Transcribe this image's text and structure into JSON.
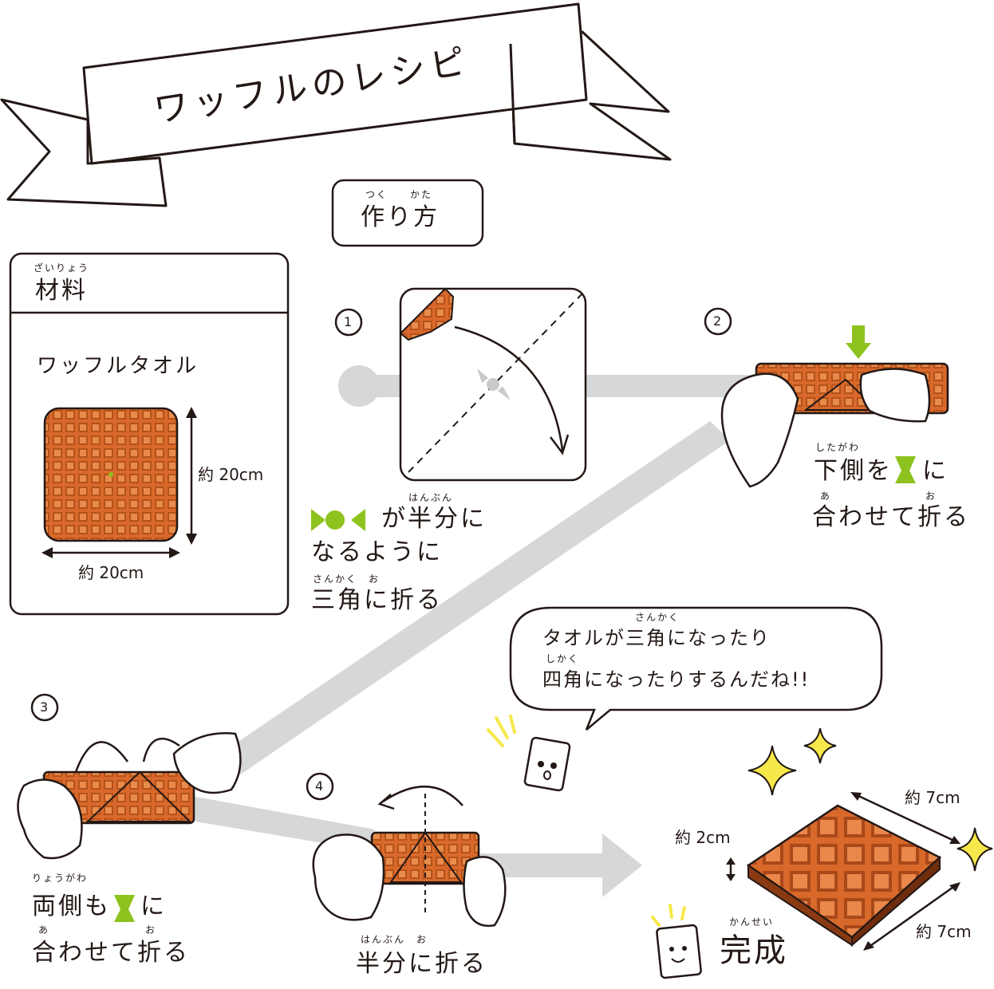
{
  "title": "ワッフルのレシピ",
  "method": {
    "label": "作り方",
    "ruby": "つく　　かた"
  },
  "materials": {
    "heading": "材料",
    "heading_ruby": "ざいりょう",
    "item": "ワッフルタオル",
    "height": "約 20cm",
    "width": "約 20cm"
  },
  "steps": [
    {
      "number": "1",
      "lines": [
        "が半分に",
        "なるように",
        "三角に折る"
      ],
      "rubies": [
        "はんぶん",
        "さんかく　お"
      ]
    },
    {
      "number": "2",
      "lines": [
        "下側を",
        "に",
        "合わせて折る"
      ],
      "rubies": [
        "したがわ",
        "あ",
        "お"
      ]
    },
    {
      "number": "3",
      "lines": [
        "両側も",
        "に",
        "合わせて折る"
      ],
      "rubies": [
        "りょうがわ",
        "あ",
        "お"
      ]
    },
    {
      "number": "4",
      "lines": [
        "半分に折る"
      ],
      "rubies": [
        "はんぶん　お"
      ]
    }
  ],
  "speech": {
    "line1": "タオルが三角になったり",
    "line2": "四角になったりするんだね!!",
    "ruby1": "さんかく",
    "ruby2": "しかく"
  },
  "result": {
    "label": "完成",
    "ruby": "かんせい",
    "dim_top": "約 7cm",
    "dim_side": "約 7cm",
    "dim_height": "約 2cm"
  },
  "colors": {
    "waffle": "#d9692a",
    "waffle_dark": "#8a3a12",
    "accent_green": "#8dc21f",
    "gray_path": "#d5d7d8",
    "ink": "#231815",
    "sparkle": "#f6e84a"
  }
}
